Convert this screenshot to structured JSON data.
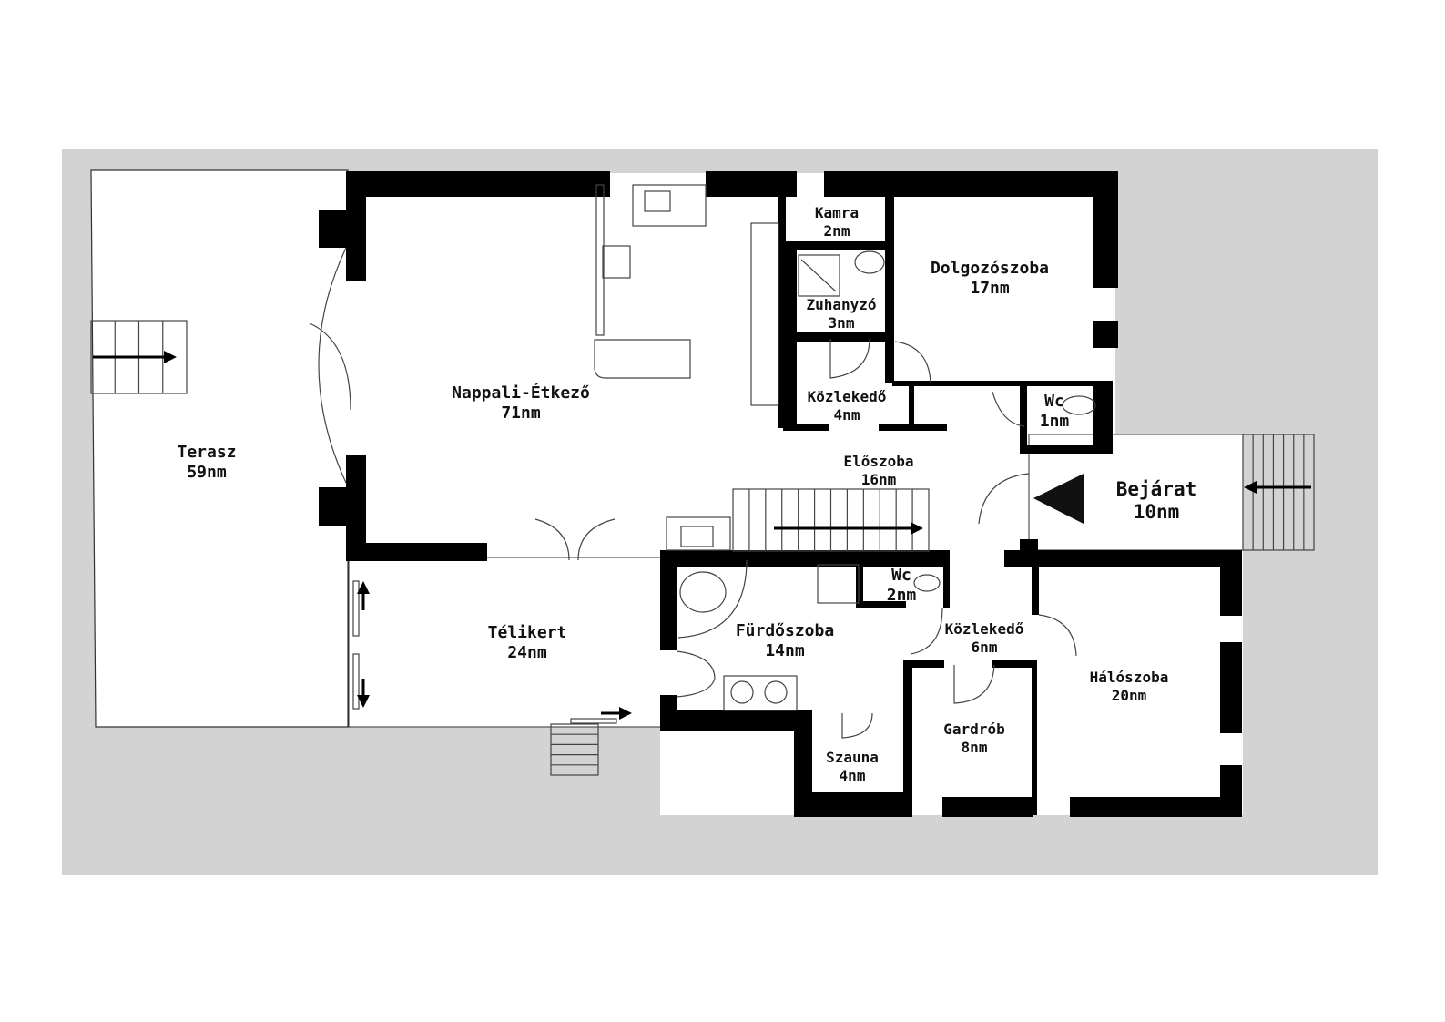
{
  "floorplan": {
    "rooms": {
      "terasz": {
        "name": "Terasz",
        "area": "59nm"
      },
      "nappali": {
        "name": "Nappali-Étkező",
        "area": "71nm"
      },
      "kamra": {
        "name": "Kamra",
        "area": "2nm"
      },
      "zuhanyzo": {
        "name": "Zuhanyzó",
        "area": "3nm"
      },
      "dolgozo": {
        "name": "Dolgozószoba",
        "area": "17nm"
      },
      "kozlekedo1": {
        "name": "Közlekedő",
        "area": "4nm"
      },
      "wc1": {
        "name": "Wc",
        "area": "1nm"
      },
      "eloszoba": {
        "name": "Előszoba",
        "area": "16nm"
      },
      "bejarat": {
        "name": "Bejárat",
        "area": "10nm"
      },
      "telikert": {
        "name": "Télikert",
        "area": "24nm"
      },
      "furdo": {
        "name": "Fürdőszoba",
        "area": "14nm"
      },
      "wc2": {
        "name": "Wc",
        "area": "2nm"
      },
      "kozlekedo2": {
        "name": "Közlekedő",
        "area": "6nm"
      },
      "haloszoba": {
        "name": "Hálószoba",
        "area": "20nm"
      },
      "gardrob": {
        "name": "Gardrób",
        "area": "8nm"
      },
      "szauna": {
        "name": "Szauna",
        "area": "4nm"
      }
    },
    "colors": {
      "background": "#d3d3d3",
      "wall": "#000000",
      "floor": "#ffffff"
    }
  }
}
